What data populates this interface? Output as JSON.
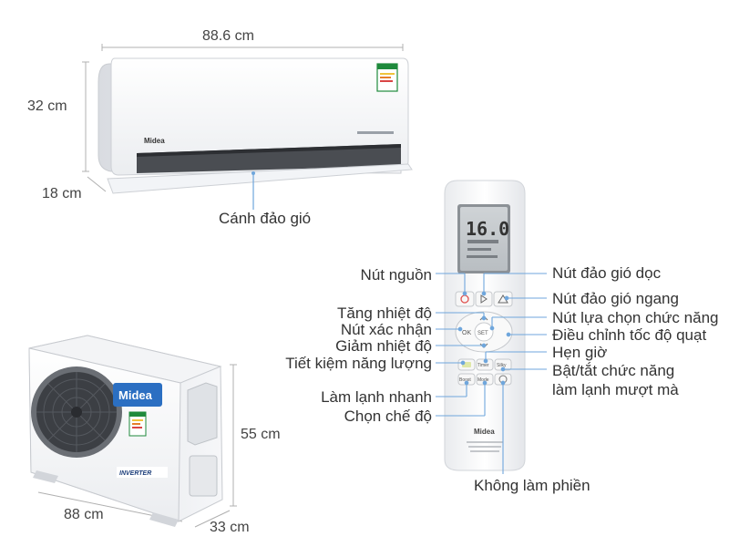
{
  "dimensions": {
    "indoor_width": "88.6 cm",
    "indoor_height": "32 cm",
    "indoor_depth": "18 cm",
    "outdoor_height": "55 cm",
    "outdoor_width": "88 cm",
    "outdoor_depth": "33 cm"
  },
  "indoor": {
    "brand": "Midea",
    "vane_label": "Cánh đảo gió"
  },
  "outdoor": {
    "brand": "Midea",
    "badge": "INVERTER"
  },
  "remote": {
    "display": "16.0",
    "brand": "Midea",
    "buttons": {
      "ok": "OK",
      "set": "SET",
      "timer": "Timer",
      "silky": "Silky",
      "boost": "Boost",
      "mode": "Mode"
    }
  },
  "labels": {
    "power": "Nút nguồn",
    "temp_up": "Tăng nhiệt độ",
    "confirm": "Nút xác nhận",
    "temp_down": "Giảm nhiệt độ",
    "eco": "Tiết kiệm năng lượng",
    "fast_cool": "Làm lạnh nhanh",
    "mode_select": "Chọn chế độ",
    "swing_vertical": "Nút đảo gió dọc",
    "swing_horizontal": "Nút đảo gió ngang",
    "function_select": "Nút lựa chọn chức năng",
    "fan_speed": "Điều chỉnh tốc độ quạt",
    "timer": "Hẹn giờ",
    "smooth_cool_line1": "Bật/tắt chức năng",
    "smooth_cool_line2": "làm lạnh mượt mà",
    "do_not_disturb": "Không làm phiền"
  },
  "colors": {
    "line": "#b0b0b0",
    "leader": "#6fa6dc",
    "accent": "#2b6fc2",
    "energy_label": "#1f8a3c"
  }
}
